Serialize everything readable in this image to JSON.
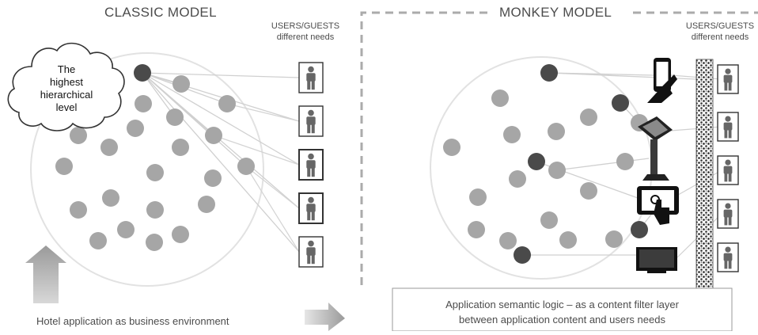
{
  "classic": {
    "title": "CLASSIC MODEL",
    "users_heading_line1": "USERS/GUESTS",
    "users_heading_line2": "different needs",
    "cloud_lines": [
      "The",
      "highest",
      "hierarchical",
      "level"
    ],
    "caption": "Hotel application as business environment"
  },
  "monkey": {
    "title": "MONKEY MODEL",
    "users_heading_line1": "USERS/GUESTS",
    "users_heading_line2": "different needs",
    "filter_caption_line1": "Application semantic logic – as a content filter layer",
    "filter_caption_line2": "between  application content and users needs",
    "devices": [
      "phone-icon",
      "kiosk-icon",
      "tablet-icon",
      "tv-icon"
    ]
  },
  "colors": {
    "node_light": "#a6a6a6",
    "node_dark": "#4a4a4a",
    "circle_stroke": "#e0e0e0",
    "dash": "#aaaaaa",
    "user_figure": "#666666"
  }
}
